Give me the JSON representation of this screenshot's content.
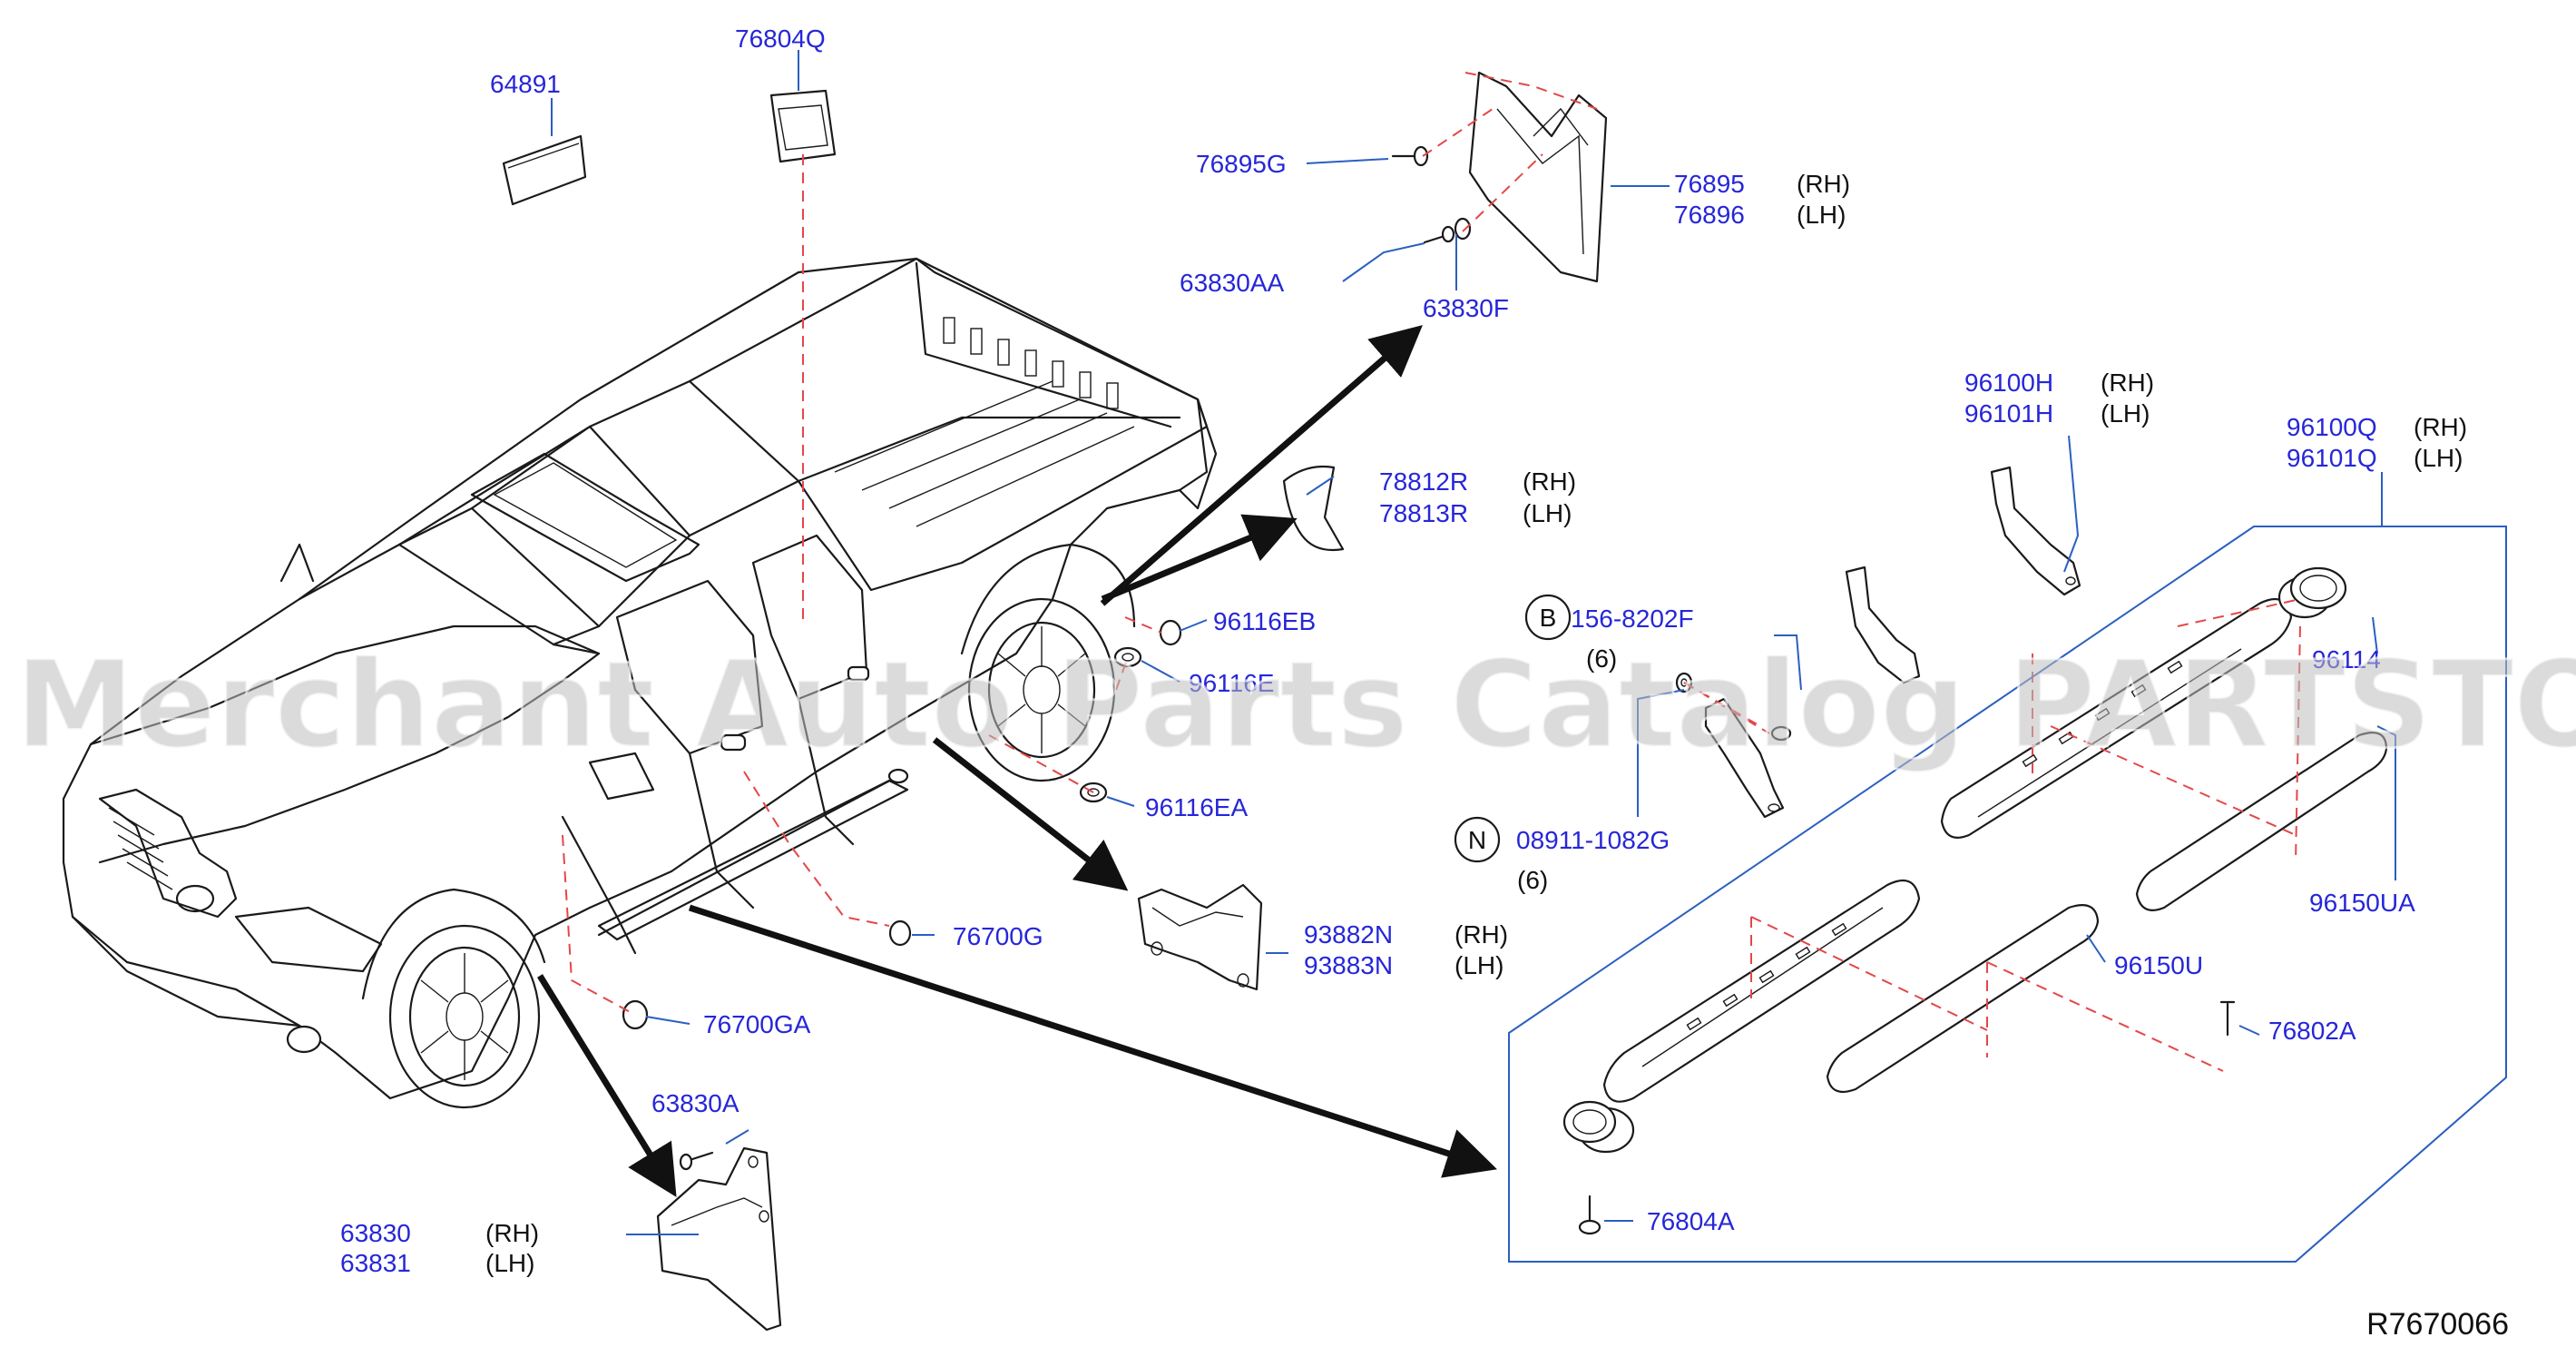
{
  "callouts": [
    {
      "id": "64891",
      "side": ""
    },
    {
      "id": "76804Q",
      "side": ""
    },
    {
      "id": "76895G",
      "side": ""
    },
    {
      "id": "76895",
      "side": "(RH)"
    },
    {
      "id": "76896",
      "side": "(LH)"
    },
    {
      "id": "63830AA",
      "side": ""
    },
    {
      "id": "63830F",
      "side": ""
    },
    {
      "id": "78812R",
      "side": "(RH)"
    },
    {
      "id": "78813R",
      "side": "(LH)"
    },
    {
      "id": "96116EB",
      "side": ""
    },
    {
      "id": "96116E",
      "side": ""
    },
    {
      "id": "96116EA",
      "side": ""
    },
    {
      "id": "76700G",
      "side": ""
    },
    {
      "id": "76700GA",
      "side": ""
    },
    {
      "id": "93882N",
      "side": "(RH)"
    },
    {
      "id": "93883N",
      "side": "(LH)"
    },
    {
      "id": "63830A",
      "side": ""
    },
    {
      "id": "63830",
      "side": "(RH)"
    },
    {
      "id": "63831",
      "side": "(LH)"
    },
    {
      "id": "96100H",
      "side": "(RH)"
    },
    {
      "id": "96101H",
      "side": "(LH)"
    },
    {
      "id": "96100Q",
      "side": "(RH)"
    },
    {
      "id": "96101Q",
      "side": "(LH)"
    },
    {
      "id": "08156-8202F",
      "side": ""
    },
    {
      "id": "08911-1082G",
      "side": ""
    },
    {
      "id": "96114",
      "side": ""
    },
    {
      "id": "96150UA",
      "side": ""
    },
    {
      "id": "96150U",
      "side": ""
    },
    {
      "id": "76802A",
      "side": ""
    },
    {
      "id": "76804A",
      "side": ""
    }
  ],
  "fastener_badges": [
    {
      "letter": "B",
      "qty": "(6)"
    },
    {
      "letter": "N",
      "qty": "(6)"
    }
  ],
  "diagram_ref": "R7670066",
  "watermark": "Offers Merchant Auto Parts Catalog PARTSTORE.SA",
  "colors": {
    "label": "#2626d9",
    "leader": "#2b5fc0",
    "phantom_line": "#e34848",
    "ink": "#1a1a1a"
  }
}
